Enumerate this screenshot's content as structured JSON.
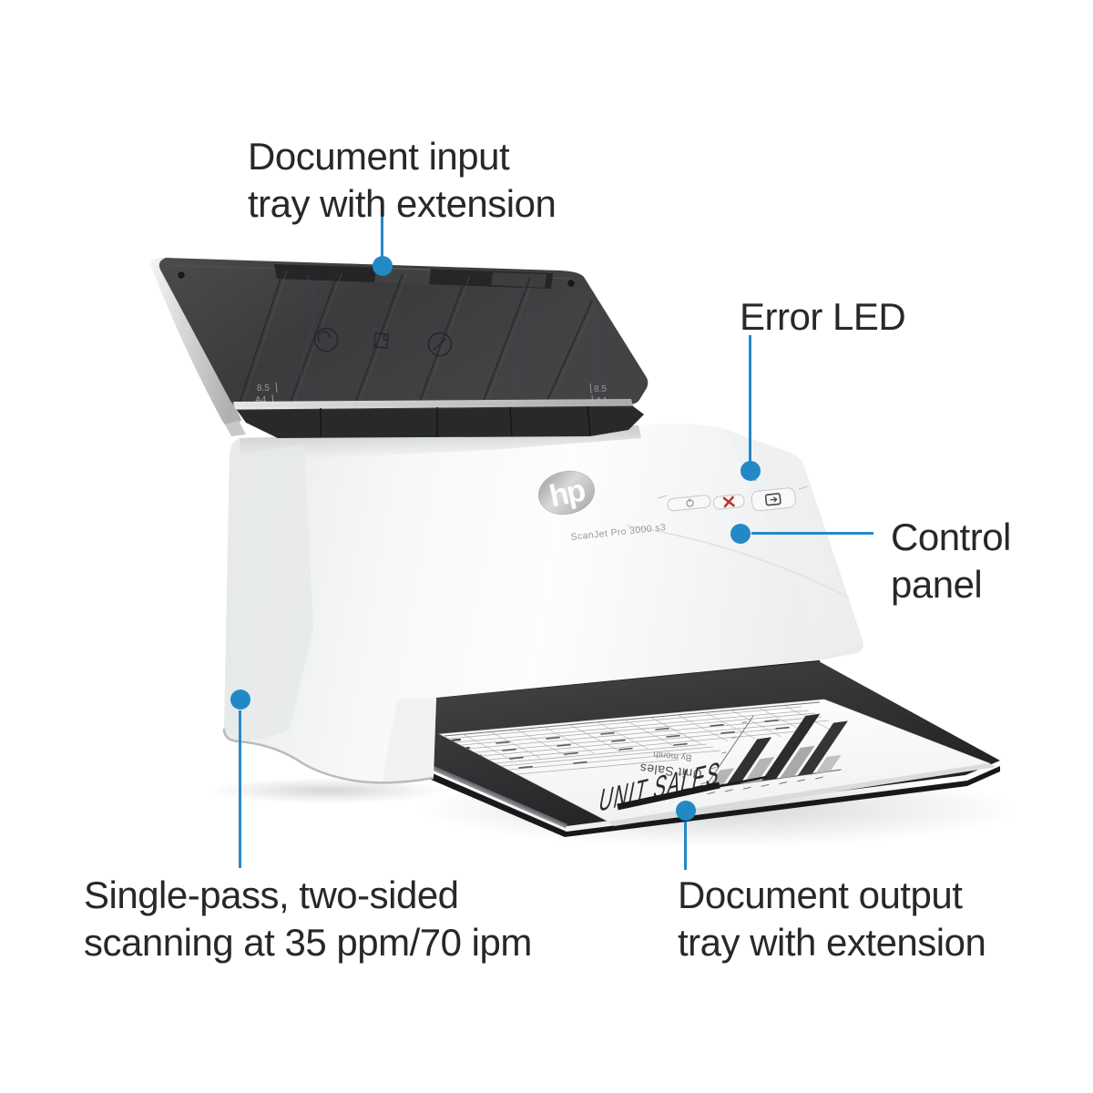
{
  "colors": {
    "accent": "#2389c6",
    "label_text": "#26282a",
    "cancel_red": "#b5372e",
    "tray_dark": "#3e3f41",
    "body_white": "#fafbfc",
    "output_tray_dark": "#2b2c2e",
    "paper_white": "#fcfcfd"
  },
  "callouts": [
    {
      "id": "input-tray",
      "lines": [
        "Document input",
        "tray with extension"
      ]
    },
    {
      "id": "error-led",
      "lines": [
        "Error LED"
      ]
    },
    {
      "id": "control-panel",
      "lines": [
        "Control",
        "panel"
      ]
    },
    {
      "id": "single-pass",
      "lines": [
        "Single-pass, two-sided",
        "scanning at 35 ppm/70 ipm"
      ]
    },
    {
      "id": "output-tray",
      "lines": [
        "Document output",
        "tray with extension"
      ]
    }
  ],
  "device": {
    "logo_text": "hp",
    "model_label": "ScanJet Pro 3000 s3",
    "input_tray": {
      "marking_left": {
        "size": "8.5",
        "format": "A4"
      },
      "marking_right": {
        "size": "8.5",
        "format": "A4"
      }
    },
    "control_panel": {
      "buttons": [
        {
          "name": "power-button",
          "icon": "power-icon"
        },
        {
          "name": "cancel-button",
          "icon": "x-icon"
        },
        {
          "name": "scan-button",
          "icon": "scan-icon"
        }
      ]
    },
    "output_document": {
      "title": "UNIT SALES",
      "caption_line1": "Unit Sales",
      "caption_line2": "By month"
    }
  }
}
